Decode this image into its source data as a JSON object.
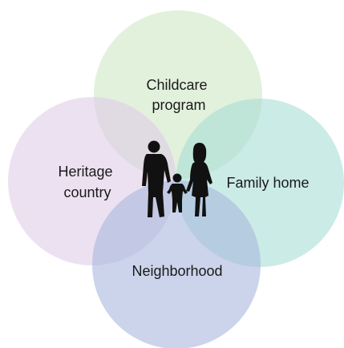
{
  "diagram": {
    "circles": [
      {
        "id": "childcare",
        "label_lines": [
          "Childcare",
          "program"
        ],
        "color": "#cfe8c4"
      },
      {
        "id": "heritage",
        "label_lines": [
          "Heritage",
          "country"
        ],
        "color": "#e0cde7"
      },
      {
        "id": "family",
        "label_lines": [
          "Family home"
        ],
        "color": "#a9ddd6"
      },
      {
        "id": "neighborhood",
        "label_lines": [
          "Neighborhood"
        ],
        "color": "#a8b8de"
      }
    ],
    "center_icon": "family-silhouette-icon",
    "center_color": "#111111"
  }
}
